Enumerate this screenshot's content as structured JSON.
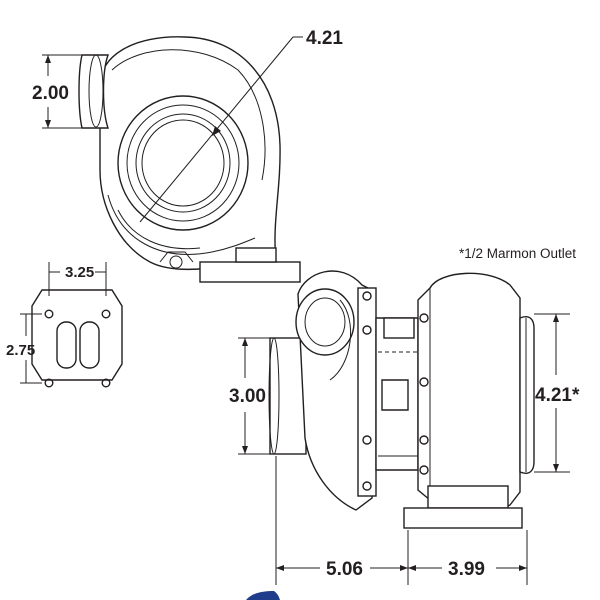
{
  "dimensions": {
    "inlet_outer_diameter": "4.21",
    "inlet_height": "2.00",
    "flange_bolt_width": "3.25",
    "flange_bolt_height": "2.75",
    "compressor_inlet": "3.00",
    "turbine_outlet": "4.21*",
    "length_compressor_side": "5.06",
    "length_turbine_side": "3.99"
  },
  "notes": {
    "outlet": "*1/2 Marmon Outlet"
  }
}
